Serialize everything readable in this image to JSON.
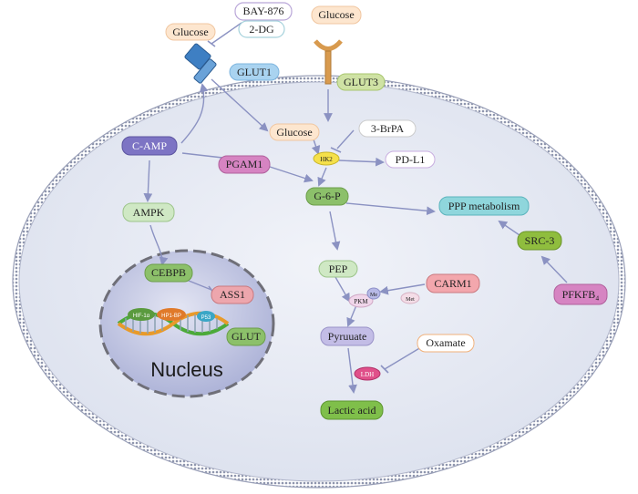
{
  "nodes": {
    "bay876": "BAY-876",
    "twodg": "2-DG",
    "glucose_ext_left": "Glucose",
    "glucose_ext_right": "Glucose",
    "glut1": "GLUT1",
    "glut3": "GLUT3",
    "glucose_int": "Glucose",
    "brpa": "3-BrPA",
    "hk2": "HK2",
    "pdl1": "PD-L1",
    "camp": "C-AMP",
    "pgam1": "PGAM1",
    "g6p": "G-6-P",
    "ppp": "PPP metabolism",
    "src3": "SRC-3",
    "pfkfb": "PFKFB₄",
    "ampk": "AMPK",
    "cebpb": "CEBPB",
    "ass1": "ASS1",
    "glut": "GLUT",
    "hif": "HIF-1α",
    "hp1": "HP1-BP",
    "p53": "P53",
    "nucleus": "Nucleus",
    "pep": "PEP",
    "carm1": "CARM1",
    "pkm": "PKM",
    "me": "Me",
    "met": "Met",
    "pyruvate": "Pyruuate",
    "oxamate": "Oxamate",
    "ldh": "LDH",
    "lactic": "Lactic acid"
  },
  "colors": {
    "membrane": "#9aa0b8",
    "cytoplasm": "#e7ebf4",
    "nucleus_fill": "#c9cde6",
    "arrow": "#8b92c2",
    "green": "#8cc06a",
    "purple": "#7d74c4",
    "magenta": "#d684c2",
    "pink": "#eda6ad",
    "teal": "#8fd6dc",
    "lime": "#8fbd3e",
    "orange_outline": "#f0b07a"
  }
}
